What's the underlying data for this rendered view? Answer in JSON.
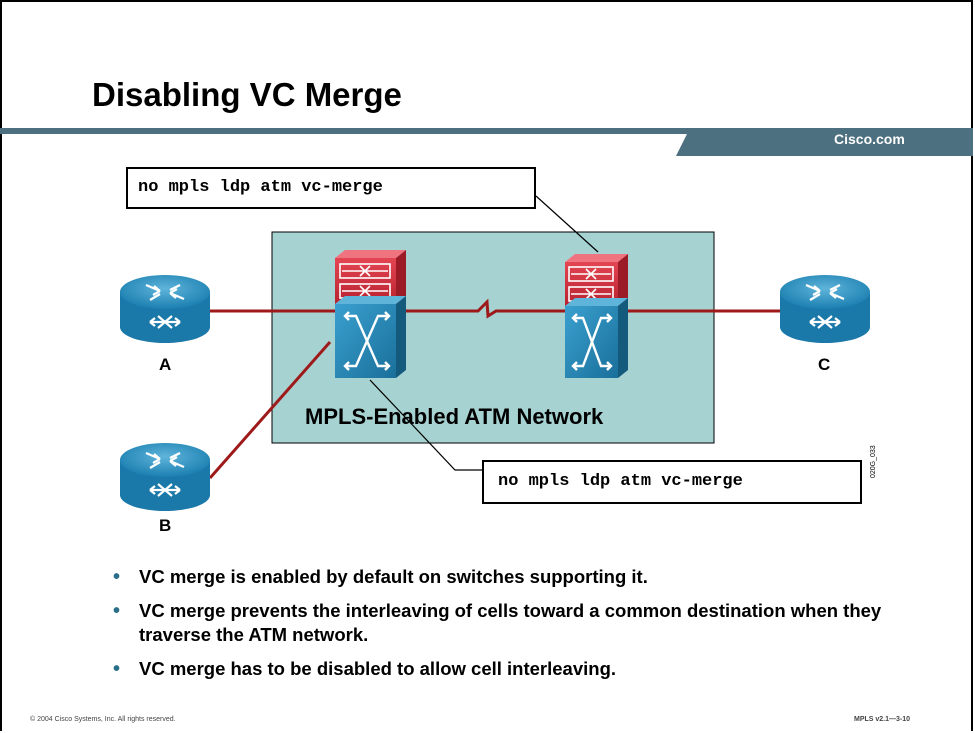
{
  "slide": {
    "title": "Disabling VC Merge",
    "brand": "Cisco.com",
    "side_code": "020G_033"
  },
  "diagram": {
    "command_top": "no mpls ldp atm vc-merge",
    "command_bottom": "no mpls ldp atm vc-merge",
    "network_label": "MPLS-Enabled ATM Network",
    "router_labels": {
      "a": "A",
      "b": "B",
      "c": "C"
    }
  },
  "bullets": [
    "VC merge is enabled by default on switches supporting it.",
    "VC merge prevents the interleaving of cells toward a common destination when they traverse the ATM network.",
    "VC merge has to be disabled to allow cell interleaving."
  ],
  "footer": {
    "copyright": "© 2004 Cisco Systems, Inc. All rights reserved.",
    "course": "MPLS v2.1—3-10"
  },
  "colors": {
    "title_bar": "#4d7080",
    "network_fill": "#a6d2d2",
    "link": "#9e1a1a",
    "device_blue": "#1f82b3",
    "device_red": "#d23442"
  }
}
